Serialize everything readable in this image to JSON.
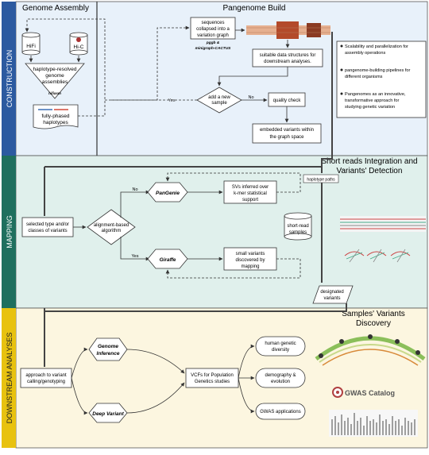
{
  "sections": {
    "construction": "CONSTRUCTION",
    "mapping": "MAPPING",
    "downstream": "DOWNSTREAM ANALYSES"
  },
  "headers": {
    "genome_assembly": "Genome Assembly",
    "pangenome_build": "Pangenome Build",
    "short_reads": [
      "Short reads Integration and",
      "Variants' Detection"
    ],
    "samples_variants": [
      "Samples' Variants",
      "Discovery"
    ]
  },
  "construction": {
    "hifi": "HiFi",
    "hic": "Hi-C",
    "haplotype_resolved": [
      "haplotype-resolved",
      "genome",
      "assemblies"
    ],
    "hifiasm": "hifiasm",
    "fully_phased": [
      "fully-phased",
      "haplotypes"
    ],
    "sequences_collapsed": [
      "sequences",
      "collapsed into a",
      "variation graph"
    ],
    "pggb": "pggb &",
    "minigraph_cactus": "minigraph-CACTUS",
    "suitable_structures": [
      "suitable data structures for",
      "downstream analyses."
    ],
    "add_new_sample": [
      "add a new",
      "sample"
    ],
    "yes": "Yes",
    "no": "No",
    "quality_check": "quality check",
    "embedded_variants": [
      "embedded variants within",
      "the graph space"
    ],
    "bullets": [
      [
        "Scalability and parallelization for",
        "assembly operations"
      ],
      [
        "pangenome-building pipelines for",
        "different organisms"
      ],
      [
        "Pangenomes as an innovative,",
        "transformative approach for",
        "studying genetic variation"
      ]
    ]
  },
  "mapping": {
    "selected_variants": [
      "selected type and/or",
      "classes of variants"
    ],
    "alignment_based": [
      "alignment-based",
      "algorithm"
    ],
    "no": "No",
    "yes": "Yes",
    "pangenie": "PanGenie",
    "giraffe": "Giraffe",
    "svs_inferred": [
      "SVs inferred over",
      "k-mer statistical",
      "support"
    ],
    "small_variants": [
      "small variants",
      "discovered by",
      "mapping"
    ],
    "short_read_samples": [
      "short-read",
      "samples"
    ],
    "haplotype_paths": "haplotype paths",
    "designated_variants": [
      "designated",
      "variants"
    ]
  },
  "downstream": {
    "approach": [
      "approach to variant",
      "calling/genotyping"
    ],
    "genome_inference": [
      "Genome",
      "Inference"
    ],
    "deep_variant": "Deep Variant",
    "vcfs": [
      "VCFs for Population",
      "Genetics studies"
    ],
    "human_diversity": [
      "human genetic",
      "diversity"
    ],
    "demography": [
      "demography &",
      "evolution"
    ],
    "gwas_apps": "GWAS applications",
    "gwas_catalog": "GWAS Catalog"
  },
  "colors": {
    "construction_band": "#2c5aa0",
    "mapping_band": "#1f6f5e",
    "downstream_band": "#e8c20f",
    "construction_bg": "#e8f1fa",
    "mapping_bg": "#e0f0ec",
    "downstream_bg": "#fcf6e0"
  }
}
